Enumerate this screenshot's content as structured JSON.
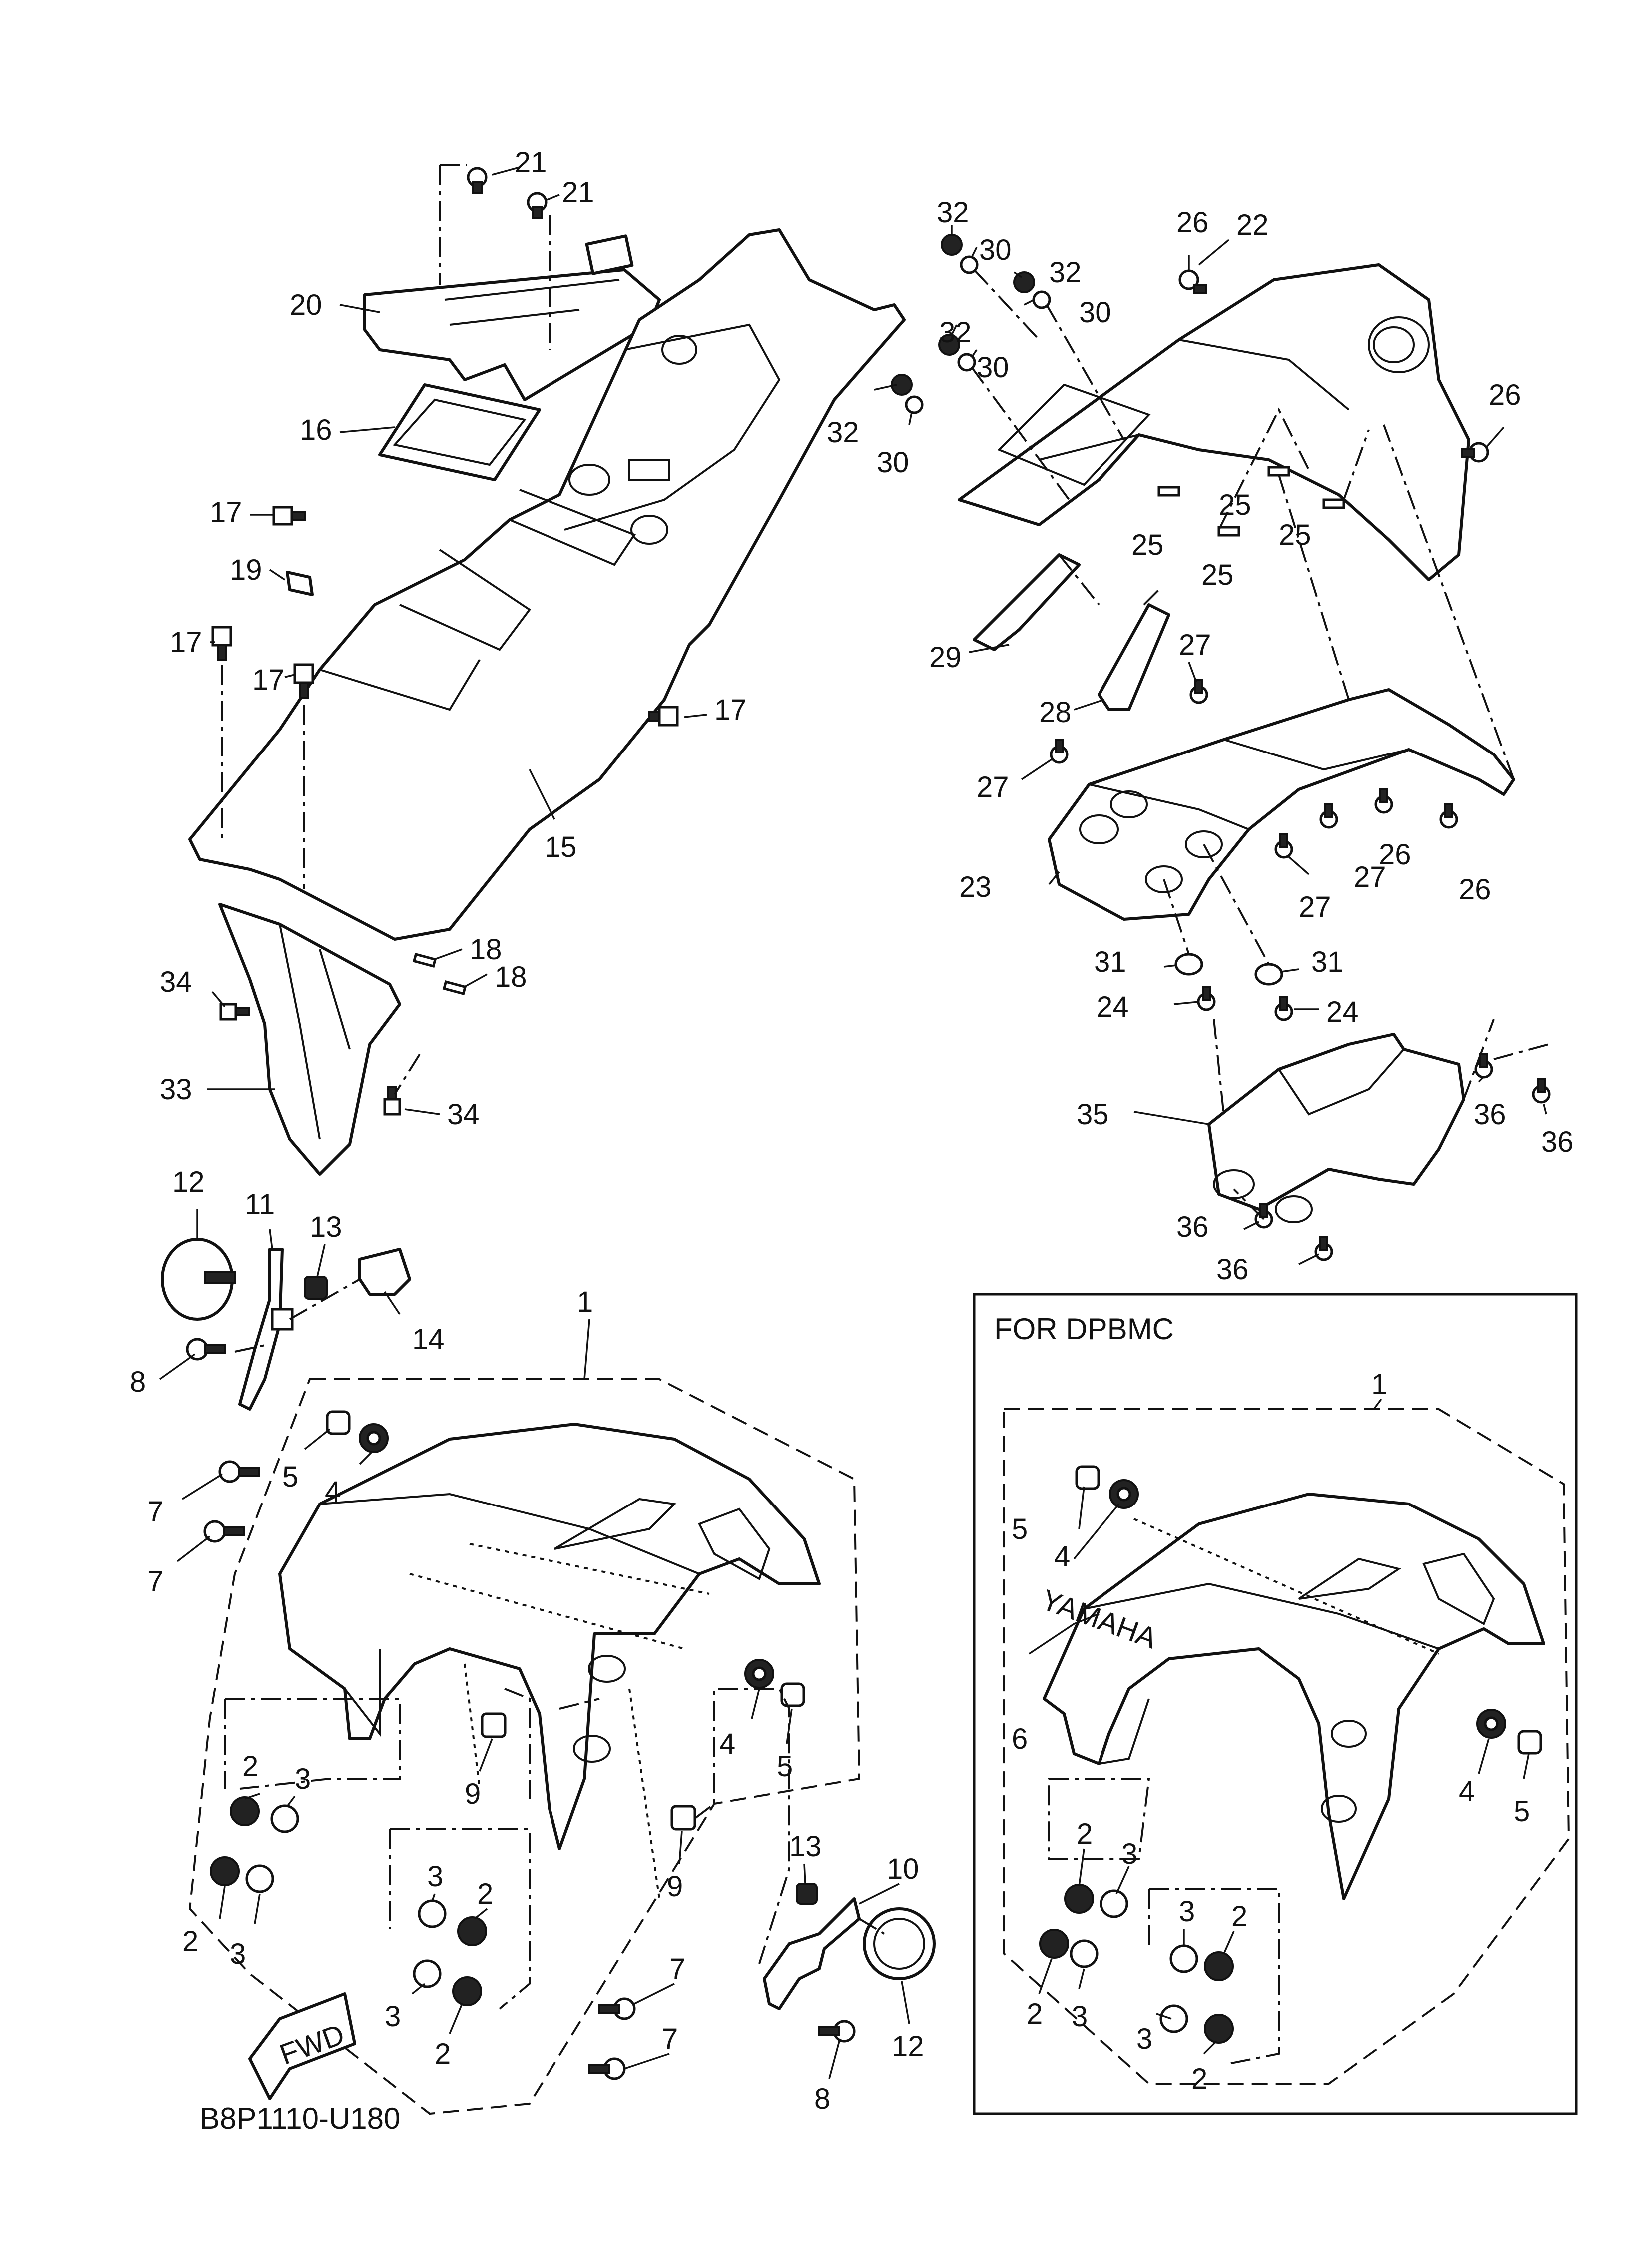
{
  "diagram": {
    "code": "B8P1110-U180",
    "inset_title": "FOR DPBMC",
    "fwd_text": "FWD",
    "brand_text": "YAMAHA"
  },
  "callouts": [
    {
      "id": "c21a",
      "text": "21"
    },
    {
      "id": "c21b",
      "text": "21"
    },
    {
      "id": "c20",
      "text": "20"
    },
    {
      "id": "c16",
      "text": "16"
    },
    {
      "id": "c17a",
      "text": "17"
    },
    {
      "id": "c19",
      "text": "19"
    },
    {
      "id": "c17b",
      "text": "17"
    },
    {
      "id": "c17c",
      "text": "17"
    },
    {
      "id": "c17d",
      "text": "17"
    },
    {
      "id": "c15",
      "text": "15"
    },
    {
      "id": "c18a",
      "text": "18"
    },
    {
      "id": "c18b",
      "text": "18"
    },
    {
      "id": "c34a",
      "text": "34"
    },
    {
      "id": "c33",
      "text": "33"
    },
    {
      "id": "c34b",
      "text": "34"
    },
    {
      "id": "c32a",
      "text": "32"
    },
    {
      "id": "c30a",
      "text": "30"
    },
    {
      "id": "c32b",
      "text": "32"
    },
    {
      "id": "c30b",
      "text": "30"
    },
    {
      "id": "c32c",
      "text": "32"
    },
    {
      "id": "c30c",
      "text": "30"
    },
    {
      "id": "c32d",
      "text": "32"
    },
    {
      "id": "c30d",
      "text": "30"
    },
    {
      "id": "c26a",
      "text": "26"
    },
    {
      "id": "c22",
      "text": "22"
    },
    {
      "id": "c26b",
      "text": "26"
    },
    {
      "id": "c25a",
      "text": "25"
    },
    {
      "id": "c25b",
      "text": "25"
    },
    {
      "id": "c25c",
      "text": "25"
    },
    {
      "id": "c25d",
      "text": "25"
    },
    {
      "id": "c29",
      "text": "29"
    },
    {
      "id": "c27a",
      "text": "27"
    },
    {
      "id": "c28",
      "text": "28"
    },
    {
      "id": "c27b",
      "text": "27"
    },
    {
      "id": "c23",
      "text": "23"
    },
    {
      "id": "c26c",
      "text": "26"
    },
    {
      "id": "c26d",
      "text": "26"
    },
    {
      "id": "c27c",
      "text": "27"
    },
    {
      "id": "c27d",
      "text": "27"
    },
    {
      "id": "c31a",
      "text": "31"
    },
    {
      "id": "c31b",
      "text": "31"
    },
    {
      "id": "c24a",
      "text": "24"
    },
    {
      "id": "c24b",
      "text": "24"
    },
    {
      "id": "c35",
      "text": "35"
    },
    {
      "id": "c36a",
      "text": "36"
    },
    {
      "id": "c36b",
      "text": "36"
    },
    {
      "id": "c36c",
      "text": "36"
    },
    {
      "id": "c36d",
      "text": "36"
    },
    {
      "id": "c12a",
      "text": "12"
    },
    {
      "id": "c11",
      "text": "11"
    },
    {
      "id": "c13a",
      "text": "13"
    },
    {
      "id": "c14",
      "text": "14"
    },
    {
      "id": "c8a",
      "text": "8"
    },
    {
      "id": "c1a",
      "text": "1"
    },
    {
      "id": "c5a",
      "text": "5"
    },
    {
      "id": "c4a",
      "text": "4"
    },
    {
      "id": "c7a",
      "text": "7"
    },
    {
      "id": "c7b",
      "text": "7"
    },
    {
      "id": "c9a",
      "text": "9"
    },
    {
      "id": "c4b",
      "text": "4"
    },
    {
      "id": "c5b",
      "text": "5"
    },
    {
      "id": "c9b",
      "text": "9"
    },
    {
      "id": "c2a",
      "text": "2"
    },
    {
      "id": "c3a",
      "text": "3"
    },
    {
      "id": "c2b",
      "text": "2"
    },
    {
      "id": "c3b",
      "text": "3"
    },
    {
      "id": "c3c",
      "text": "3"
    },
    {
      "id": "c2c",
      "text": "2"
    },
    {
      "id": "c3d",
      "text": "3"
    },
    {
      "id": "c2d",
      "text": "2"
    },
    {
      "id": "c13b",
      "text": "13"
    },
    {
      "id": "c10",
      "text": "10"
    },
    {
      "id": "c7c",
      "text": "7"
    },
    {
      "id": "c7d",
      "text": "7"
    },
    {
      "id": "c8b",
      "text": "8"
    },
    {
      "id": "c12b",
      "text": "12"
    },
    {
      "id": "c1b",
      "text": "1"
    },
    {
      "id": "c5c",
      "text": "5"
    },
    {
      "id": "c4c",
      "text": "4"
    },
    {
      "id": "c6",
      "text": "6"
    },
    {
      "id": "c4d",
      "text": "4"
    },
    {
      "id": "c5d",
      "text": "5"
    },
    {
      "id": "c2e",
      "text": "2"
    },
    {
      "id": "c3e",
      "text": "3"
    },
    {
      "id": "c2f",
      "text": "2"
    },
    {
      "id": "c3f",
      "text": "3"
    },
    {
      "id": "c3g",
      "text": "3"
    },
    {
      "id": "c2g",
      "text": "2"
    },
    {
      "id": "c3h",
      "text": "3"
    },
    {
      "id": "c2h",
      "text": "2"
    }
  ]
}
